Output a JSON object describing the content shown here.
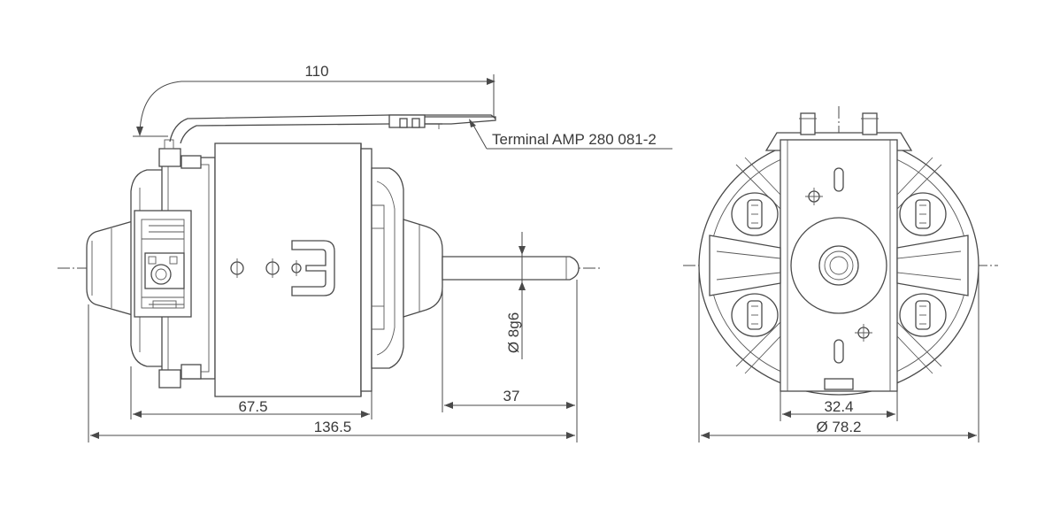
{
  "dimensions": {
    "lead_length": "110",
    "terminal_label": "Terminal AMP 280 081-2",
    "shaft_diameter": "Ø 8g6",
    "shaft_length": "37",
    "body_length": "67.5",
    "overall_length": "136.5",
    "center_width": "32.4",
    "outer_diameter": "Ø 78.2"
  },
  "colors": {
    "line": "#4a4a4a",
    "text": "#3a3a3a",
    "background": "#ffffff"
  }
}
